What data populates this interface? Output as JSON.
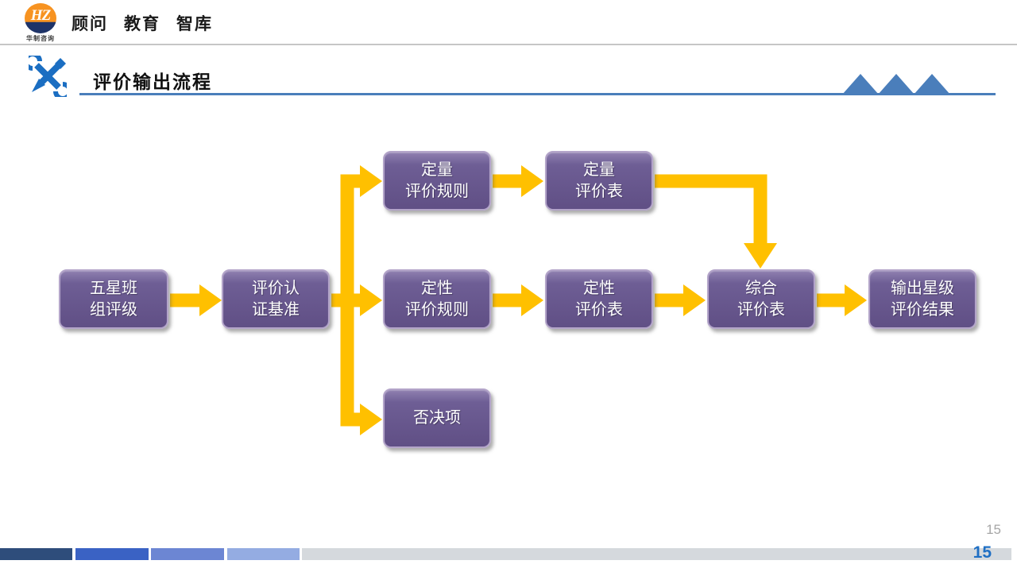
{
  "slide": {
    "header": {
      "logo": {
        "monogram": "HZ",
        "caption": "华制咨询"
      },
      "menu": [
        "顾问",
        "教育",
        "智库"
      ]
    },
    "title": {
      "text": "评价输出流程"
    },
    "flowchart": {
      "nodes": [
        {
          "id": "five-star-team-rating",
          "label": "五星班\n组评级"
        },
        {
          "id": "evaluation-certification-benchmark",
          "label": "评价认\n证基准"
        },
        {
          "id": "quantitative-evaluation-rules",
          "label": "定量\n评价规则"
        },
        {
          "id": "quantitative-evaluation-form",
          "label": "定量\n评价表"
        },
        {
          "id": "qualitative-evaluation-rules",
          "label": "定性\n评价规则"
        },
        {
          "id": "qualitative-evaluation-form",
          "label": "定性\n评价表"
        },
        {
          "id": "veto-items",
          "label": "否决项"
        },
        {
          "id": "comprehensive-evaluation-form",
          "label": "综合\n评价表"
        },
        {
          "id": "output-star-rating-result",
          "label": "输出星级\n评价结果"
        }
      ]
    },
    "footer": {
      "page_number": "15",
      "page_number_accent": "15"
    },
    "colors": {
      "node_fill": "#645386",
      "node_border": "#B3A4C9",
      "arrow": "#FFC000",
      "accent_line": "#4A7EBB",
      "icon_blue": "#1B6EC2",
      "logo_orange": "#F79321",
      "logo_navy": "#1E3368",
      "page_number_accent": "#1F6FC4",
      "footer_bars": [
        "#2E4D7B",
        "#3A62C4",
        "#6C86D3",
        "#94ACE2",
        "#D5D9DD"
      ]
    }
  }
}
